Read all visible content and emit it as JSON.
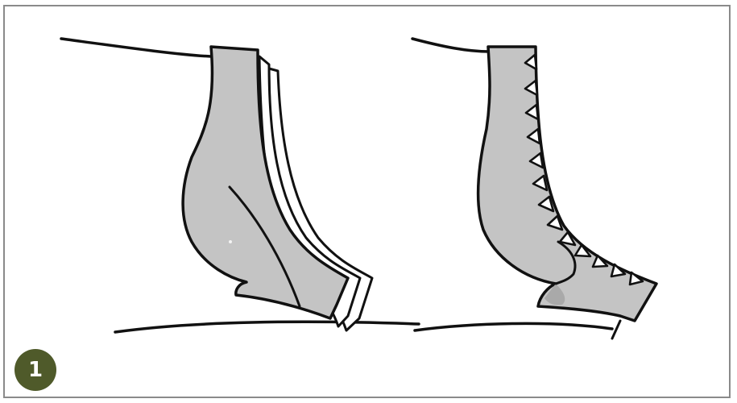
{
  "step": {
    "number": "1",
    "badge_color": "#4f5a2a"
  },
  "colors": {
    "fabric_fill": "#c4c4c4",
    "fabric_shadow": "#a9a9a9",
    "outline": "#111111",
    "paper": "#ffffff",
    "frame_border": "#8a8a8a"
  },
  "panels": [
    {
      "name": "pressed-seam-allowance-layers",
      "depicts": "fabric-with-layered-seam-allowances"
    },
    {
      "name": "notched-seam-allowance",
      "depicts": "fabric-with-notched-curved-seam"
    }
  ]
}
